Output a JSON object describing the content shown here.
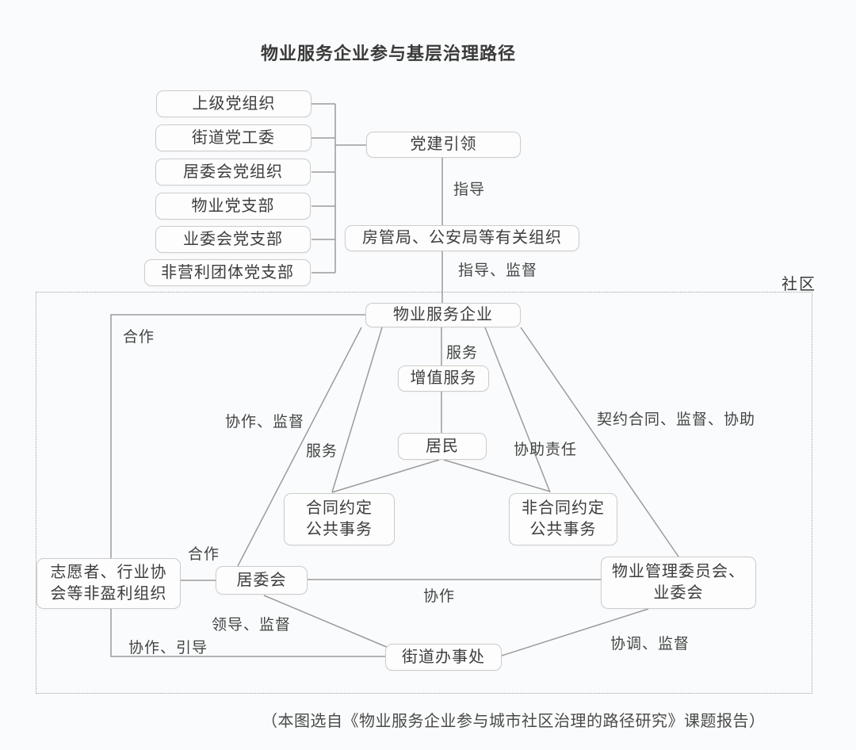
{
  "title": "物业服务企业参与基层治理路径",
  "caption": "（本图选自《物业服务企业参与城市社区治理的路径研究》课题报告）",
  "community_label": "社区",
  "nodes": {
    "superior_party": "上级党组织",
    "street_party_committee": "街道党工委",
    "neighborhood_party": "居委会党组织",
    "property_party_branch": "物业党支部",
    "owners_party_branch": "业委会党支部",
    "nonprofit_party_branch": "非营利团体党支部",
    "party_building_lead": "党建引领",
    "gov_related_orgs": "房管局、公安局等有关组织",
    "property_service_company": "物业服务企业",
    "value_added_services": "增值服务",
    "residents": "居民",
    "contract_public_affairs": "合同约定\n公共事务",
    "noncontract_public_affairs": "非合同约定\n公共事务",
    "volunteer_nonprofit_orgs": "志愿者、行业协\n会等非盈利组织",
    "residents_committee": "居委会",
    "property_mgmt_owners_committee": "物业管理委员会、\n业委会",
    "street_office": "街道办事处"
  },
  "edge_labels": {
    "guide": "指导",
    "guide_supervise": "指导、监督",
    "cooperate_top": "合作",
    "serve_center": "服务",
    "collaborate_supervise": "协作、监督",
    "serve_diagonal": "服务",
    "contract_supervise_assist": "契约合同、监督、协助",
    "assist_responsibility": "协助责任",
    "cooperate_mid": "合作",
    "collaborate": "协作",
    "lead_supervise": "领导、监督",
    "collaborate_guide": "协作、引导",
    "coordinate_supervise": "协调、监督"
  },
  "colors": {
    "background": "#fafbfc",
    "line": "#9b9b9b",
    "box_border": "#cccccc",
    "box_fill": "#fdfdfd",
    "text": "#3d3d3d"
  }
}
